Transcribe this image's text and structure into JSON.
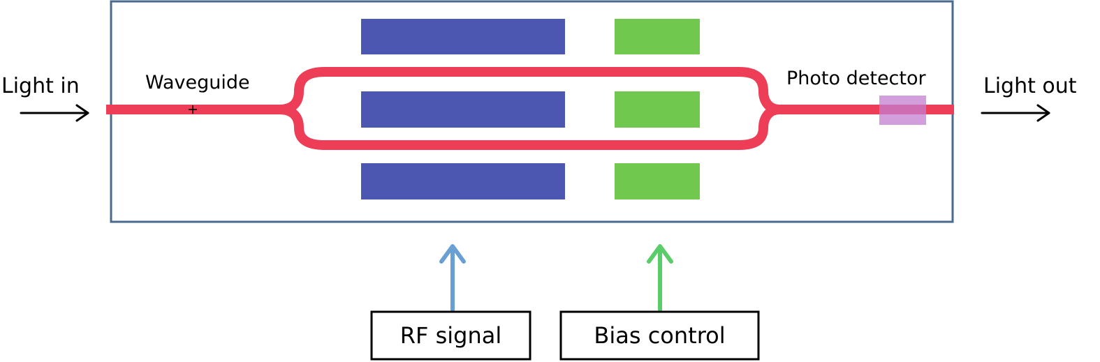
{
  "labels": {
    "light_in": "Light in",
    "light_out": "Light out",
    "waveguide": "Waveguide",
    "photo_detector": "Photo detector",
    "rf_signal": "RF signal",
    "bias_control": "Bias control"
  },
  "colors": {
    "frame": "#4a6a8e",
    "waveguide": "#ee3d57",
    "rf_electrode": "#4b57b0",
    "bias_electrode": "#70c84e",
    "detector": "#c47ed0",
    "rf_arrow": "#6a9fd4",
    "bias_arrow": "#5bcc6a",
    "text": "#000000"
  }
}
